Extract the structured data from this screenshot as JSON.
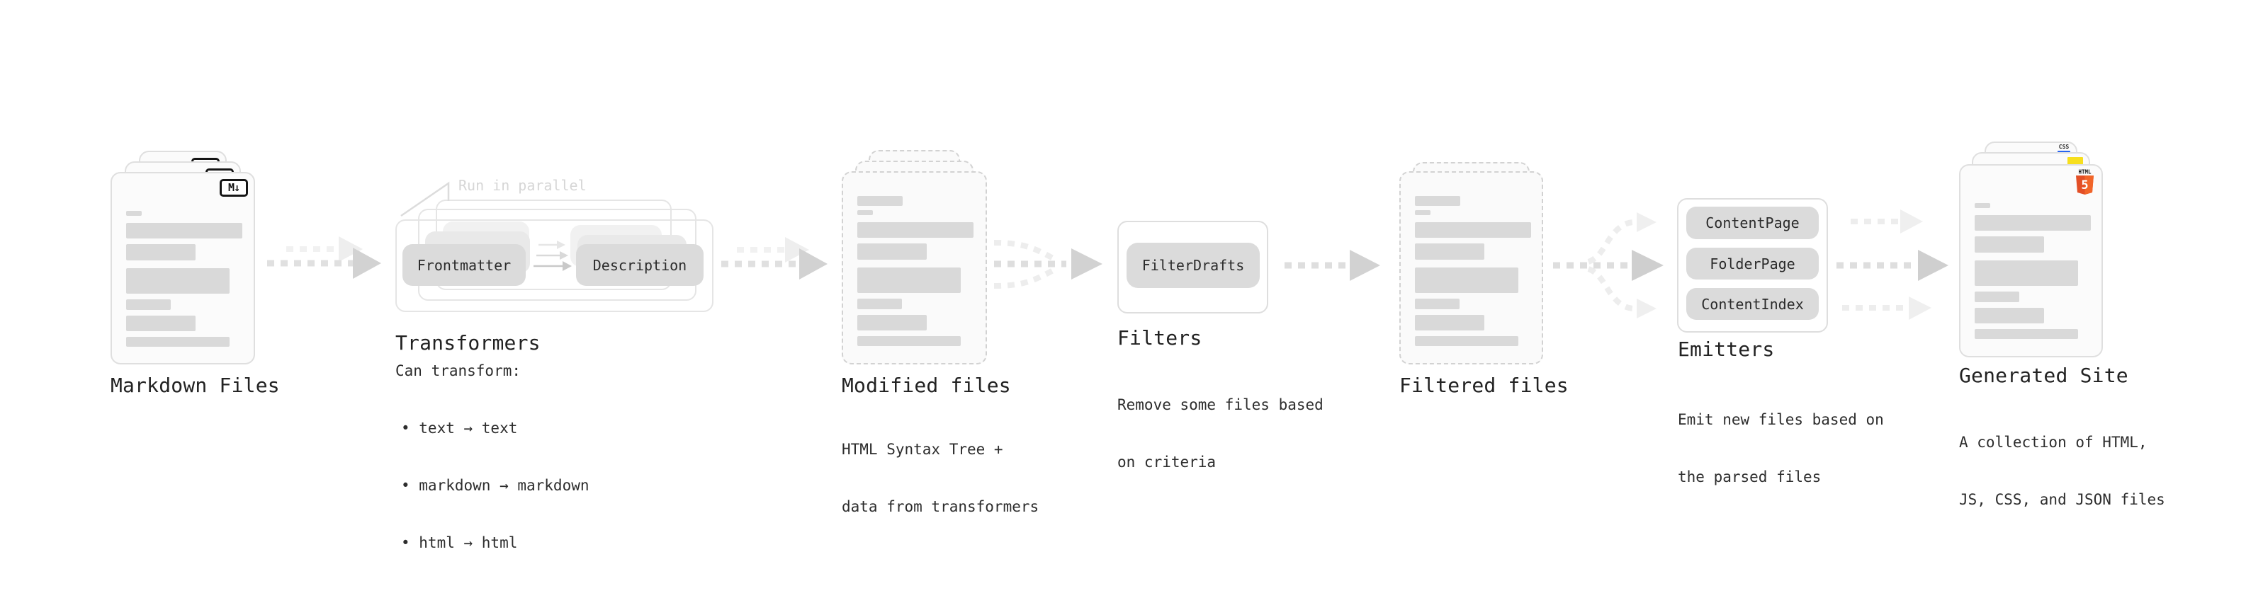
{
  "diagram": {
    "stages": [
      {
        "id": "markdown-files",
        "label": "Markdown Files",
        "badge_text": "M↓"
      },
      {
        "id": "transformers",
        "label": "Transformers",
        "annotation": "Run in parallel",
        "heading": "Can transform:",
        "bullets": [
          "• text → text",
          "• markdown → markdown",
          "• html → html"
        ],
        "nodes": [
          "Frontmatter",
          "Description"
        ]
      },
      {
        "id": "modified-files",
        "label": "Modified files",
        "lines": [
          "HTML Syntax Tree +",
          "data from transformers"
        ]
      },
      {
        "id": "filters",
        "label": "Filters",
        "lines": [
          "Remove some files based",
          "on criteria"
        ],
        "nodes": [
          "FilterDrafts"
        ]
      },
      {
        "id": "filtered-files",
        "label": "Filtered files"
      },
      {
        "id": "emitters",
        "label": "Emitters",
        "lines": [
          "Emit new files based on",
          "the parsed files"
        ],
        "nodes": [
          "ContentPage",
          "FolderPage",
          "ContentIndex"
        ]
      },
      {
        "id": "generated-site",
        "label": "Generated Site",
        "lines": [
          "A collection of HTML,",
          "JS, CSS, and JSON files"
        ],
        "badges": {
          "css_label": "CSS",
          "html_label": "HTML",
          "html_number": "5"
        }
      }
    ],
    "colors": {
      "html5_orange": "#e34f26",
      "html5_orange_light": "#f16529",
      "js_yellow": "#f7df1e",
      "css_blue": "#2965f1",
      "skeleton_bar": "#d9d9d9"
    }
  }
}
